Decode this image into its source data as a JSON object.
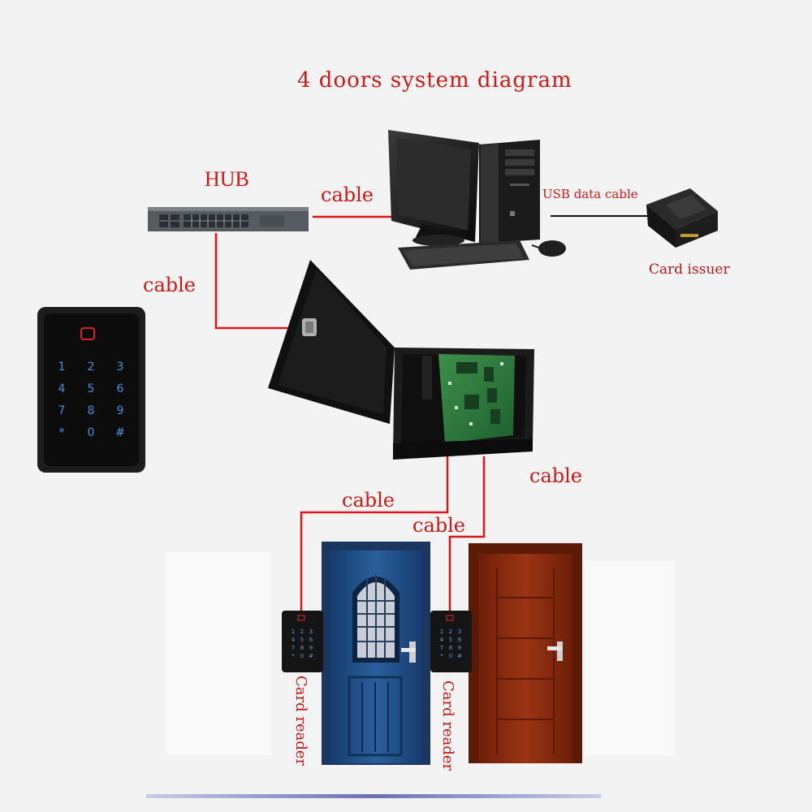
{
  "title": "4 doors system diagram",
  "labels": {
    "hub": "HUB",
    "usb_cable": "USB data cable",
    "card_issuer": "Card issuer",
    "card_reader_left": "Card reader",
    "card_reader_right": "Card reader",
    "cable_hub_pc": "cable",
    "cable_hub_panel": "cable",
    "cable_panel_right": "cable",
    "cable_door_left": "cable",
    "cable_door_right": "cable"
  },
  "keypad_keys": [
    "1",
    "2",
    "3",
    "4",
    "5",
    "6",
    "7",
    "8",
    "9",
    "*",
    "0",
    "#"
  ],
  "colors": {
    "wire": "#d8191c",
    "label": "#d01818",
    "blue_door": "#1f4f8c",
    "wood_door": "#8a2a10",
    "panel_black": "#1a1a1a",
    "background": "#f3f3f3"
  }
}
